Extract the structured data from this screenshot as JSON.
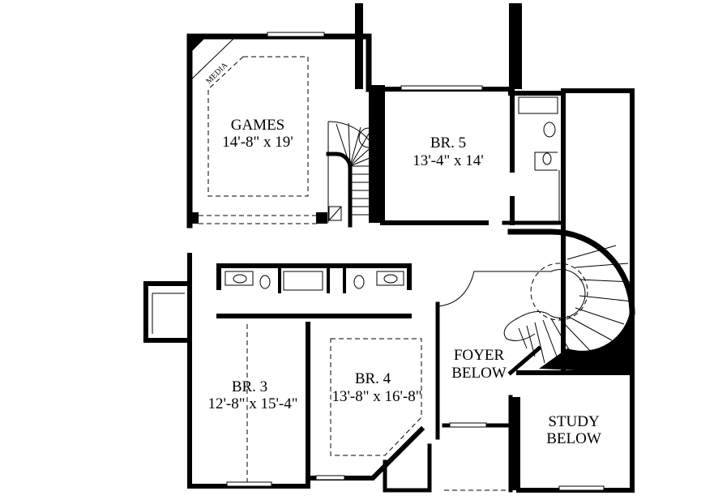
{
  "rooms": {
    "games": {
      "name": "GAMES",
      "size": "14'-8\" x 19'"
    },
    "media": {
      "name": "MEDIA"
    },
    "br5": {
      "name": "BR. 5",
      "size": "13'-4\" x 14'"
    },
    "br3": {
      "name": "BR. 3",
      "size": "12'-8\" x 15'-4\""
    },
    "br4": {
      "name": "BR. 4",
      "size": "13'-8\" x 16'-8\""
    },
    "foyer": {
      "line1": "FOYER",
      "line2": "BELOW"
    },
    "study": {
      "line1": "STUDY",
      "line2": "BELOW"
    }
  }
}
